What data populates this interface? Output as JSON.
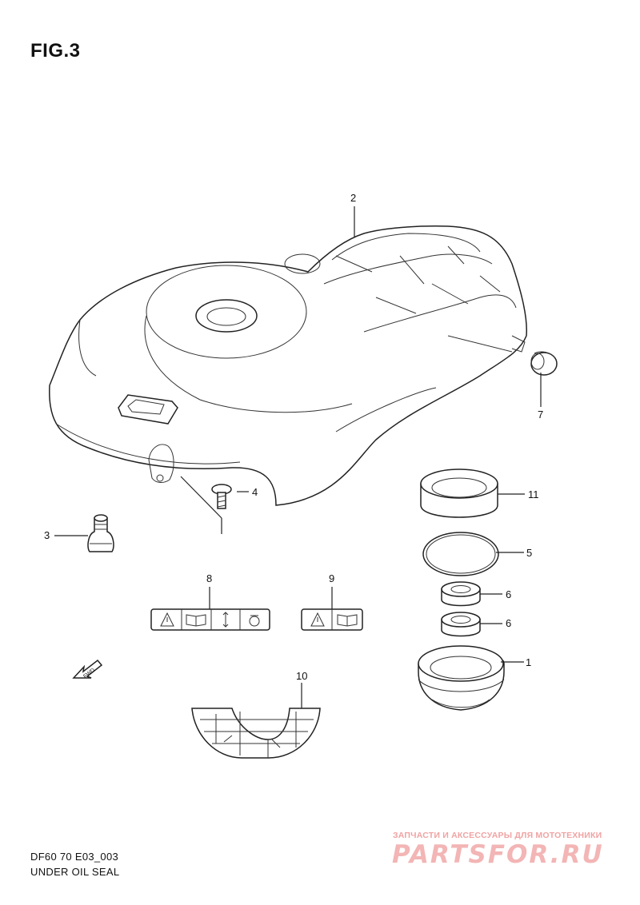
{
  "figure_title": "FIG.3",
  "callouts": [
    "1",
    "2",
    "3",
    "4",
    "5",
    "6",
    "6",
    "7",
    "8",
    "9",
    "10",
    "11"
  ],
  "direction_tag": "FWD",
  "footer": {
    "code": "DF60 70 E03_003",
    "caption": "UNDER OIL SEAL"
  },
  "watermark": {
    "tagline": "ЗАПЧАСТИ И АКСЕССУАРЫ ДЛЯ МОТОТЕХНИКИ",
    "logo": "PARTSFOR.RU"
  },
  "colors": {
    "line": "#222222",
    "background": "#ffffff",
    "watermark": "#f0a3a3"
  }
}
